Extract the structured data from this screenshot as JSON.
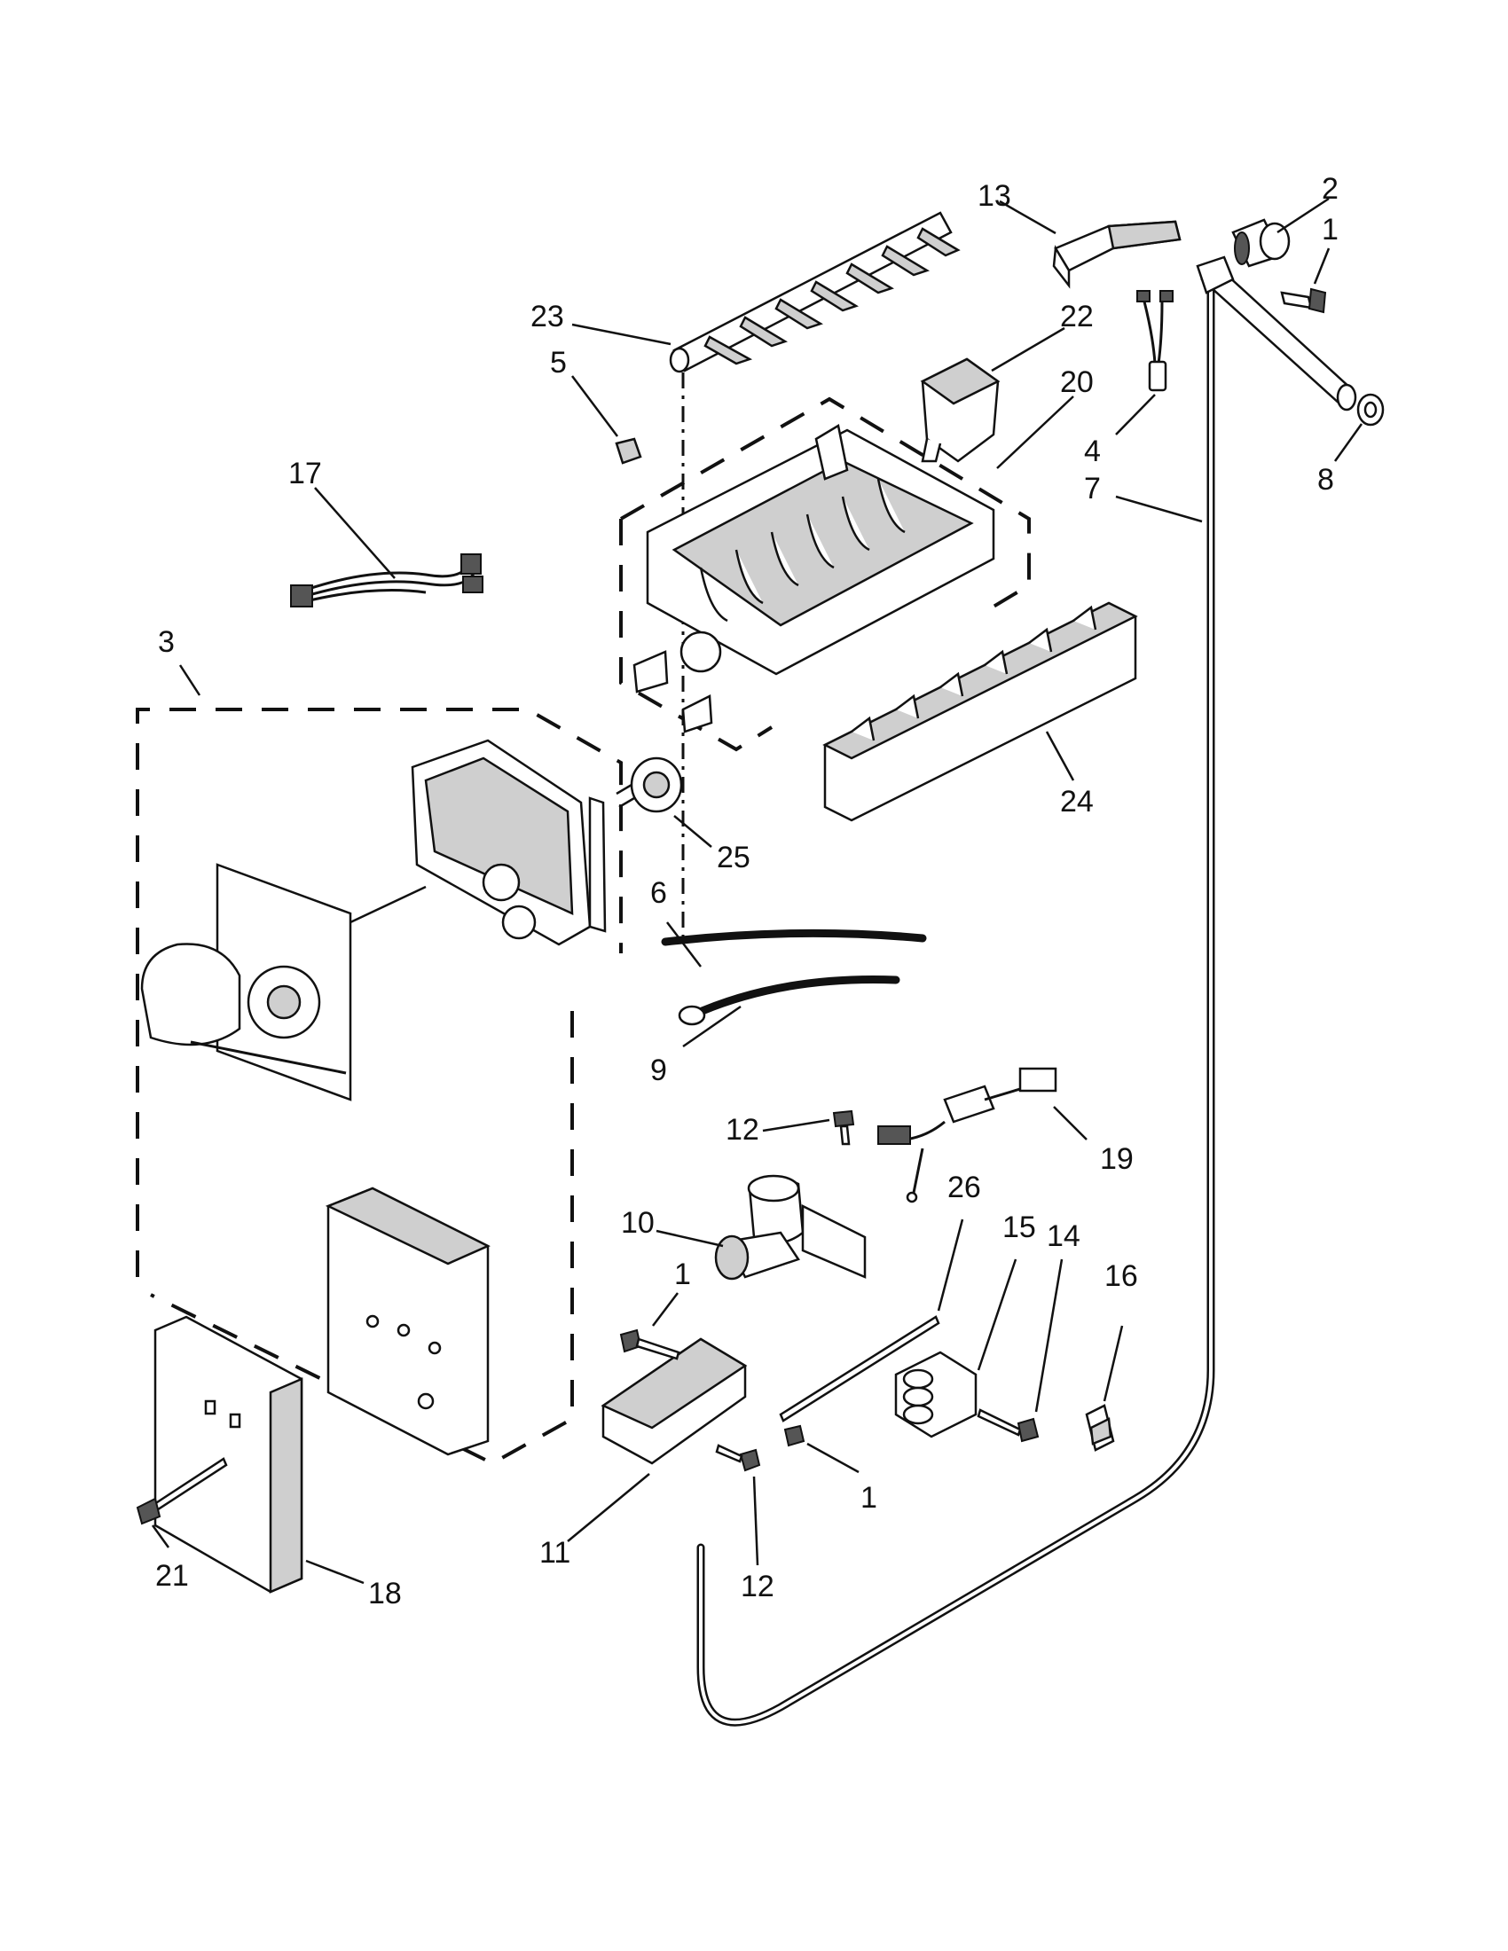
{
  "callouts": [
    {
      "id": "c1-top",
      "label": "1"
    },
    {
      "id": "c2",
      "label": "2"
    },
    {
      "id": "c13",
      "label": "13"
    },
    {
      "id": "c23",
      "label": "23"
    },
    {
      "id": "c22",
      "label": "22"
    },
    {
      "id": "c5",
      "label": "5"
    },
    {
      "id": "c20",
      "label": "20"
    },
    {
      "id": "c4",
      "label": "4"
    },
    {
      "id": "c8",
      "label": "8"
    },
    {
      "id": "c7",
      "label": "7"
    },
    {
      "id": "c17",
      "label": "17"
    },
    {
      "id": "c3",
      "label": "3"
    },
    {
      "id": "c24",
      "label": "24"
    },
    {
      "id": "c25",
      "label": "25"
    },
    {
      "id": "c6",
      "label": "6"
    },
    {
      "id": "c9",
      "label": "9"
    },
    {
      "id": "c12-top",
      "label": "12"
    },
    {
      "id": "c19",
      "label": "19"
    },
    {
      "id": "c10",
      "label": "10"
    },
    {
      "id": "c26",
      "label": "26"
    },
    {
      "id": "c15",
      "label": "15"
    },
    {
      "id": "c14",
      "label": "14"
    },
    {
      "id": "c16",
      "label": "16"
    },
    {
      "id": "c1-mid",
      "label": "1"
    },
    {
      "id": "c1-low",
      "label": "1"
    },
    {
      "id": "c11",
      "label": "11"
    },
    {
      "id": "c12-low",
      "label": "12"
    },
    {
      "id": "c21",
      "label": "21"
    },
    {
      "id": "c18",
      "label": "18"
    }
  ]
}
